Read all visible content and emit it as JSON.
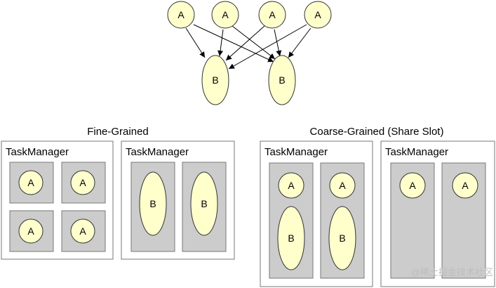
{
  "graph": {
    "a_label": "A",
    "b_label": "B"
  },
  "sections": {
    "fine": {
      "title": "Fine-Grained"
    },
    "coarse": {
      "title": "Coarse-Grained (Share Slot)"
    }
  },
  "taskmanager_label": "TaskManager",
  "watermark": "@稀土掘金技术社区",
  "colors": {
    "node_fill": "#ffffcc",
    "slot_fill": "#cccccc",
    "border": "#777777"
  }
}
